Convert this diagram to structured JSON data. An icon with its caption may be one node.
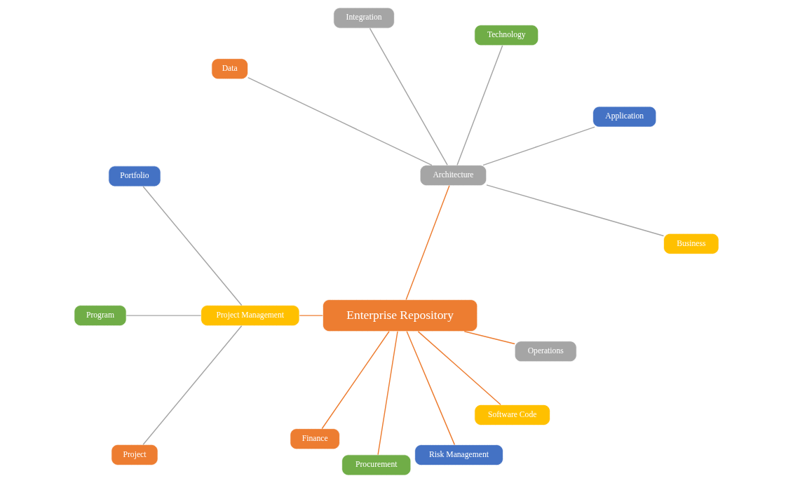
{
  "diagram": {
    "nodes": [
      {
        "text": [
          "Enterprise Repository"
        ]
      },
      {
        "text": [
          "Architecture"
        ]
      },
      {
        "text": [
          "Business"
        ]
      },
      {
        "text": [
          "Application"
        ]
      },
      {
        "text": [
          "Technology"
        ]
      },
      {
        "text": [
          "Integration"
        ]
      },
      {
        "text": [
          "Data"
        ]
      },
      {
        "text": [
          "Project Management"
        ]
      },
      {
        "text": [
          "Portfolio"
        ]
      },
      {
        "text": [
          "Program"
        ]
      },
      {
        "text": [
          "Project"
        ]
      },
      {
        "text": [
          "Finance"
        ]
      },
      {
        "text": [
          "Procurement"
        ]
      },
      {
        "text": [
          "Risk Management"
        ]
      },
      {
        "text": [
          "Software Code"
        ]
      },
      {
        "text": [
          "Operations"
        ]
      }
    ],
    "edges": [
      {
        "from": 0,
        "to": 1,
        "arrow": "none",
        "color": "#ed7d31"
      },
      {
        "from": 1,
        "to": 2,
        "arrow": "none"
      },
      {
        "from": 1,
        "to": 3,
        "arrow": "none"
      },
      {
        "from": 1,
        "to": 4,
        "arrow": "none"
      },
      {
        "from": 1,
        "to": 5,
        "arrow": "none"
      },
      {
        "from": 1,
        "to": 6,
        "arrow": "none"
      },
      {
        "from": 0,
        "to": 7,
        "arrow": "none",
        "color": "#ed7d31"
      },
      {
        "from": 7,
        "to": 8,
        "arrow": "none"
      },
      {
        "from": 7,
        "to": 9,
        "arrow": "none"
      },
      {
        "from": 7,
        "to": 10,
        "arrow": "none"
      },
      {
        "from": 0,
        "to": 11,
        "arrow": "none",
        "color": "#ed7d31"
      },
      {
        "from": 0,
        "to": 12,
        "arrow": "none",
        "color": "#ed7d31"
      },
      {
        "from": 0,
        "to": 13,
        "arrow": "none",
        "color": "#ed7d31"
      },
      {
        "from": 0,
        "to": 14,
        "arrow": "none",
        "color": "#ed7d31"
      },
      {
        "from": 0,
        "to": 15,
        "arrow": "none",
        "color": "#ed7d31"
      }
    ]
  }
}
